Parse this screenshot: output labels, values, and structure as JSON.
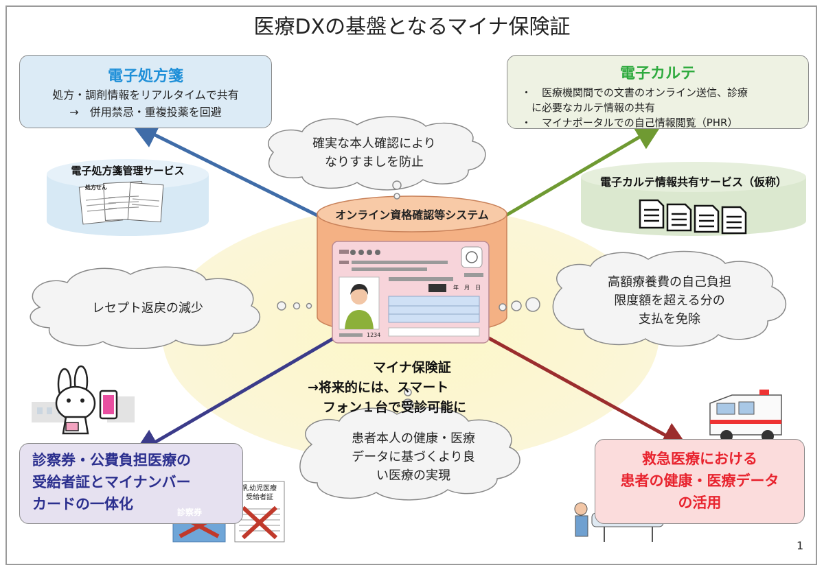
{
  "slide": {
    "title": "医療DXの基盤となるマイナ保険証",
    "page_number": "1"
  },
  "center": {
    "system_label": "オンライン資格確認等システム",
    "card_caption": [
      "マイナ保険証",
      "→将来的には、スマート",
      "フォン１台で受診可能に"
    ],
    "card_number": "1234",
    "card_date": "年　月　日"
  },
  "prescription": {
    "title": "電子処方箋",
    "lines": [
      "処方・調剤情報をリアルタイムで共有",
      "→　併用禁忌・重複投薬を回避"
    ],
    "service_label": "電子処方箋管理サービス",
    "sheet_label": "処方せん"
  },
  "karte": {
    "title": "電子カルテ",
    "lines": [
      "・　医療機関間での文書のオンライン送信、診療",
      "　に必要なカルテ情報の共有",
      "・　マイナポータルでの自己情報閲覧（PHR）"
    ],
    "service_label": "電子カルテ情報共有サービス（仮称）"
  },
  "integration": {
    "title": [
      "診察券・公費負担医療の",
      "受給者証とマイナンバー",
      "カードの一体化"
    ],
    "doc1_label": "診察券",
    "doc2_label": [
      "乳幼児医療",
      "受給者証"
    ]
  },
  "emergency": {
    "title": [
      "救急医療における",
      "患者の健康・医療データ",
      "の活用"
    ]
  },
  "clouds": {
    "identity": [
      "確実な本人確認により",
      "なりすましを防止"
    ],
    "receipt": [
      "レセプト返戻の減少"
    ],
    "high_cost": [
      "高額療養費の自己負担",
      "限度額を超える分の",
      "支払を免除"
    ],
    "health_data": [
      "患者本人の健康・医療",
      "データに基づくより良",
      "い医療の実現"
    ]
  },
  "colors": {
    "prescription_title": "#1e8fd8",
    "karte_title": "#2eaa3e",
    "integration_title": "#2b2f8e",
    "emergency_title": "#e8232e",
    "arrow_blue": "#3f6ca8",
    "arrow_green": "#6f9a32",
    "arrow_navy": "#3b3b8a",
    "arrow_red": "#9b2d2d",
    "system_cylinder": "#f4b184",
    "card_pink": "#f7d4da"
  }
}
